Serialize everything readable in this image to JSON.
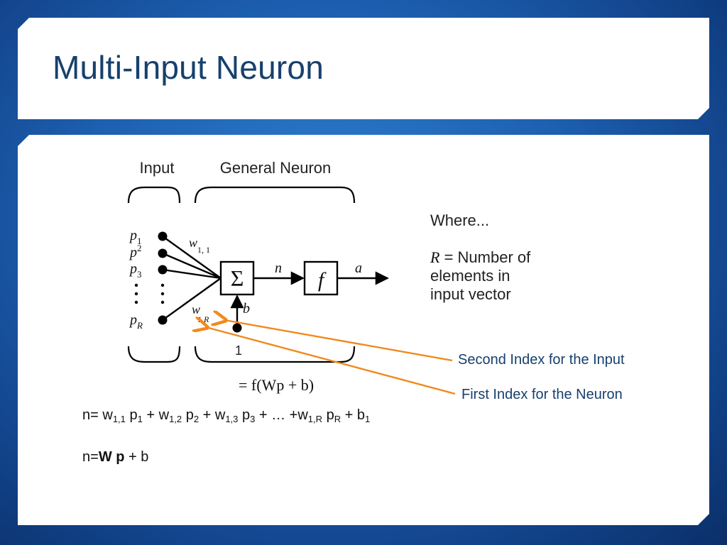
{
  "slide": {
    "title": "Multi-Input Neuron"
  },
  "diagram": {
    "input_heading": "Input",
    "neuron_heading": "General Neuron",
    "inputs": [
      {
        "letter": "p",
        "sub": "1"
      },
      {
        "letter": "p",
        "sub": "2"
      },
      {
        "letter": "p",
        "sub": "3"
      },
      {
        "letter": "p",
        "sub": "R"
      }
    ],
    "weights": [
      {
        "letter": "w",
        "sub": "1, 1"
      },
      {
        "letter": "w",
        "sub": "1,R"
      }
    ],
    "summation_symbol": "Σ",
    "net_input_label": "n",
    "transfer_symbol": "f",
    "output_label": "a",
    "bias_label": "b",
    "bias_input_label": "1",
    "formula": "= f(Wp + b)",
    "where_heading": "Where...",
    "r_def_var": "R",
    "r_def_text_1": " = Number of",
    "r_def_text_2": "elements in",
    "r_def_text_3": "input vector"
  },
  "annotations": {
    "second_index": "Second Index for the Input",
    "first_index": "First Index for the Neuron"
  },
  "equations": {
    "expanded": {
      "prefix": "n= w",
      "w11": "1,1",
      "p1_text": " p",
      "p1_sub": "1",
      "plus_w12": " + w",
      "w12": "1,2",
      "p2_text": " p",
      "p2_sub": "2",
      "plus_w13": " + w",
      "w13": "1,3",
      "p3_text": " p",
      "p3_sub": "3",
      "ellipsis": " + … +w",
      "w1R": "1,R",
      "pR_text": " p",
      "pR_sub": "R",
      "bias_text": " + b",
      "b_sub": "1"
    },
    "matrix": {
      "prefix": "n=",
      "bold": "W p",
      "suffix": " + b"
    }
  },
  "colors": {
    "title": "#17406d",
    "annotation_arrow": "#f08a1d",
    "annotation_text": "#17406d",
    "background": "#1d5fb0"
  }
}
